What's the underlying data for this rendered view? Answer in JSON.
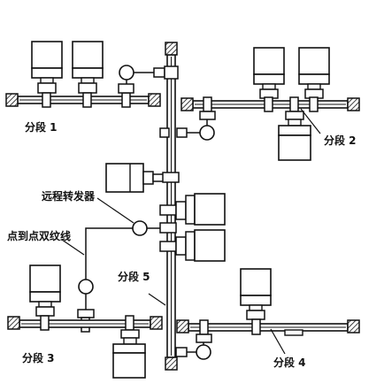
{
  "labels": {
    "segment_1": "分段 1",
    "segment_2": "分段 2",
    "segment_3": "分段 3",
    "segment_4": "分段 4",
    "segment_5": "分段 5",
    "remote_repeater": "远程转发器",
    "point_to_point_twisted_pair": "点到点双纹线"
  },
  "colors": {
    "ink": "#111111",
    "background": "#ffffff"
  }
}
